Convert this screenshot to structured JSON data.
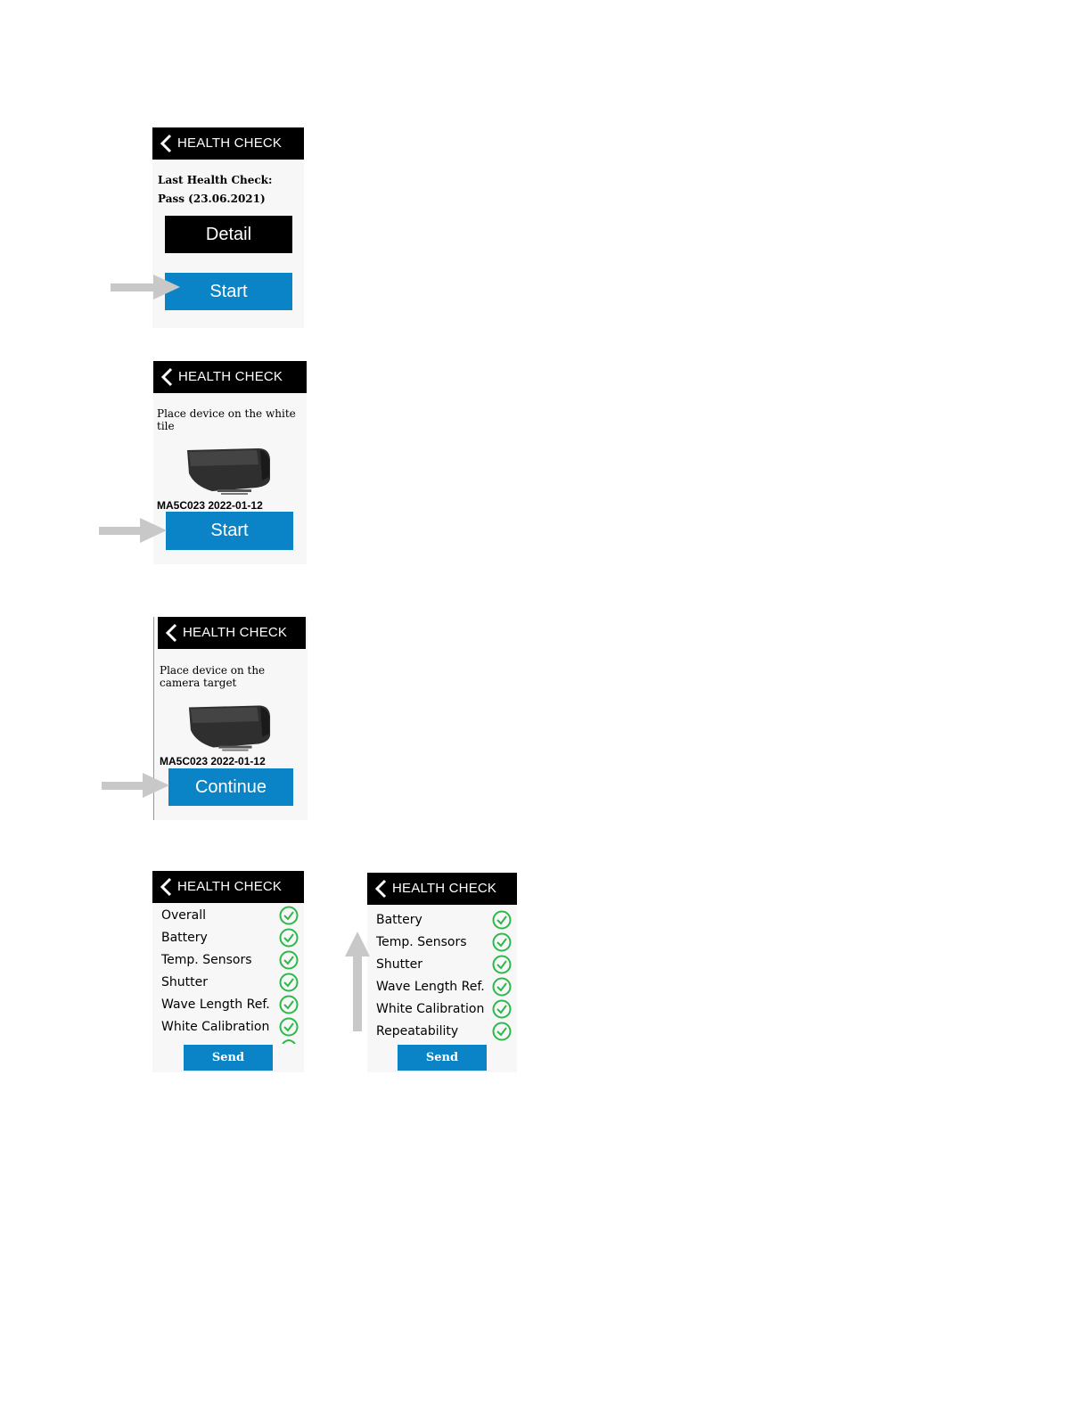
{
  "screen1": {
    "title": "HEALTH CHECK",
    "last_check_label": "Last Health Check:",
    "last_check_value": "Pass (23.06.2021)",
    "detail_button": "Detail",
    "start_button": "Start"
  },
  "screen2": {
    "title": "HEALTH CHECK",
    "instruction": "Place device on the white tile",
    "serial": "MA5C023 2022-01-12",
    "start_button": "Start"
  },
  "screen3": {
    "title": "HEALTH CHECK",
    "instruction": "Place device on the camera target",
    "serial": "MA5C023 2022-01-12",
    "continue_button": "Continue"
  },
  "screen4": {
    "title": "HEALTH CHECK",
    "items": [
      "Overall",
      "Battery",
      "Temp. Sensors",
      "Shutter",
      "Wave Length Ref.",
      "White Calibration"
    ],
    "send_button": "Send"
  },
  "screen5": {
    "title": "HEALTH CHECK",
    "items": [
      "Battery",
      "Temp. Sensors",
      "Shutter",
      "Wave Length Ref.",
      "White Calibration",
      "Repeatability"
    ],
    "send_button": "Send"
  },
  "colors": {
    "accent_blue": "#0a84c6",
    "check_green": "#2db84b",
    "arrow_gray": "#c8c8c8"
  },
  "icons": [
    "back-chevron-icon",
    "check-circle-icon",
    "arrow-right-icon",
    "arrow-up-icon",
    "device-icon"
  ]
}
